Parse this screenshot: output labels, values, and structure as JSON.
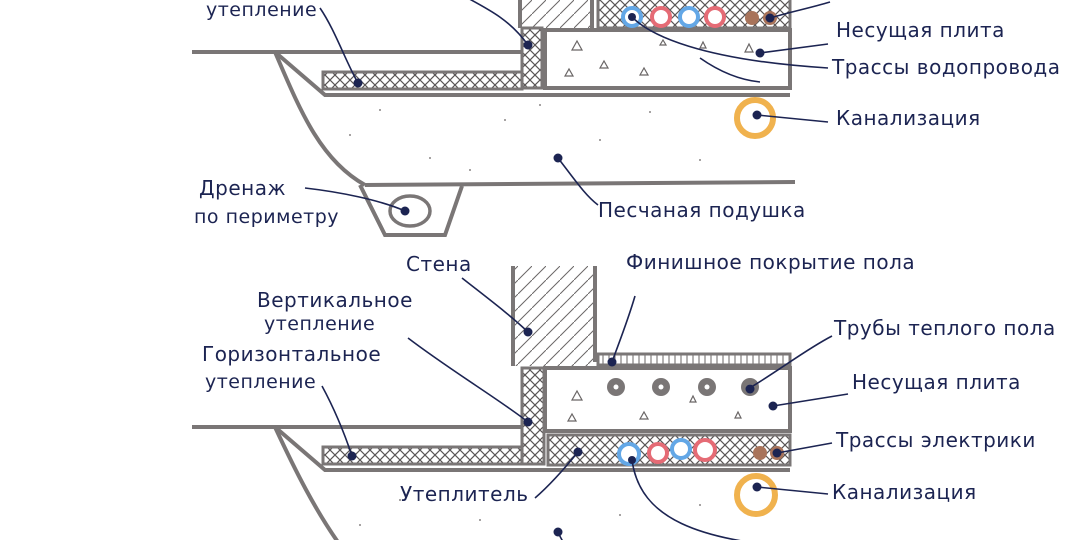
{
  "colors": {
    "wall": "#7a7676",
    "ink": "#1c2452",
    "pipe_blue": "#63a7e6",
    "pipe_red": "#e56b75",
    "sewer": "#f0b24e",
    "brown": "#a8735a"
  },
  "top_section": {
    "labels": {
      "insulation_partial": "утепление",
      "bearing_slab": "Несущая плита",
      "water_lines": "Трассы водопровода",
      "sewer": "Канализация",
      "drainage_line1": "Дренаж",
      "drainage_line2": "по периметру",
      "sand_cushion": "Песчаная подушка"
    }
  },
  "bottom_section": {
    "labels": {
      "wall": "Стена",
      "finish_floor": "Финишное покрытие пола",
      "vertical_insulation_line1": "Вертикальное",
      "vertical_insulation_line2": "утепление",
      "horizontal_insulation_line1": "Горизонтальное",
      "horizontal_insulation_line2": "утепление",
      "floor_heating_pipes": "Трубы теплого пола",
      "bearing_slab": "Несущая плита",
      "electric_lines": "Трассы электрики",
      "insulator": "Утеплитель",
      "sewer": "Канализация"
    }
  }
}
